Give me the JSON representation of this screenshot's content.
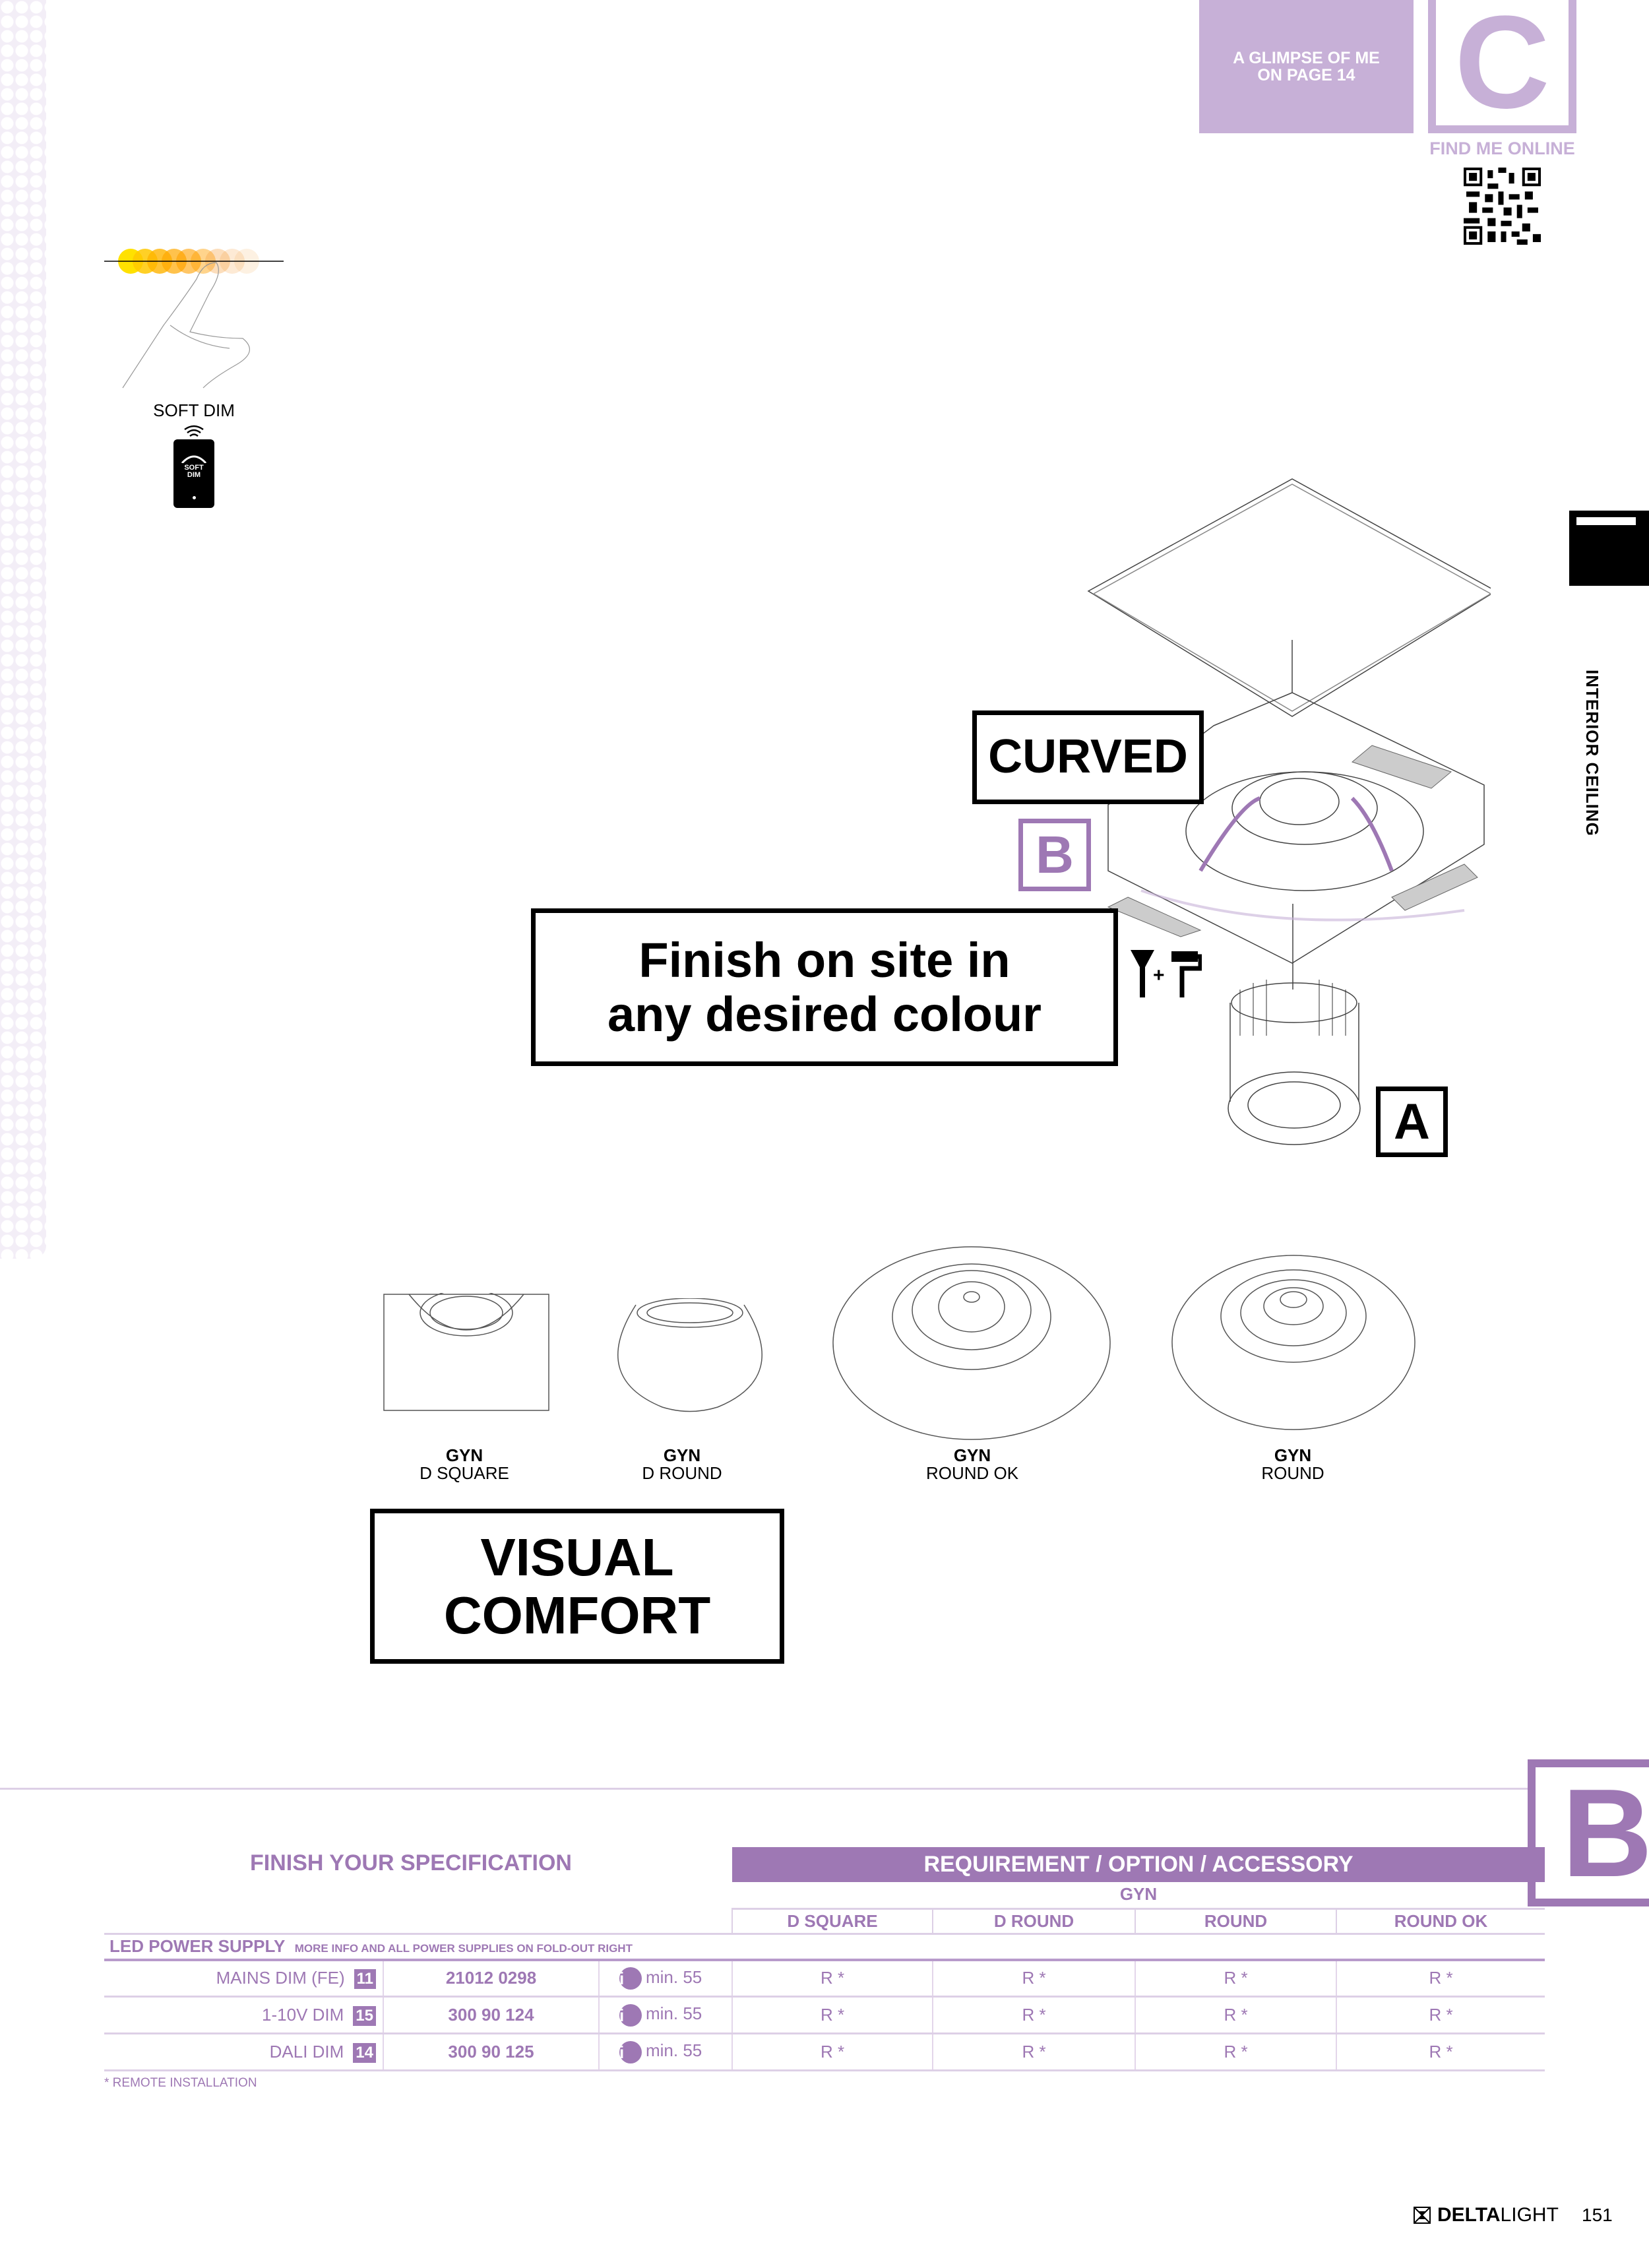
{
  "header": {
    "glimpse_line1": "A GLIMPSE OF ME",
    "glimpse_line2": "ON PAGE 14",
    "category_letter": "C",
    "find_me_online": "FIND ME ONLINE"
  },
  "soft_dim": {
    "label": "SOFT DIM",
    "remote_line1": "SOFT",
    "remote_line2": "DIM"
  },
  "side_tab": {
    "label": "INTERIOR CEILING"
  },
  "callouts": {
    "curved": "CURVED",
    "b": "B",
    "finish_line1": "Finish on site in",
    "finish_line2": "any desired colour",
    "a": "A",
    "visual_line1": "VISUAL",
    "visual_line2": "COMFORT"
  },
  "variants": [
    {
      "line1": "GYN",
      "line2": "D SQUARE"
    },
    {
      "line1": "GYN",
      "line2": "D ROUND"
    },
    {
      "line1": "GYN",
      "line2": "ROUND OK"
    },
    {
      "line1": "GYN",
      "line2": "ROUND"
    }
  ],
  "spec": {
    "title": "FINISH YOUR SPECIFICATION",
    "section_letter": "B",
    "requirement_header": "REQUIREMENT / OPTION / ACCESSORY",
    "family": "GYN",
    "columns": [
      "D SQUARE",
      "D ROUND",
      "ROUND",
      "ROUND OK"
    ],
    "group_label": "LED POWER SUPPLY",
    "group_note": "MORE INFO AND ALL POWER SUPPLIES ON FOLD-OUT RIGHT",
    "rows": [
      {
        "name": "MAINS DIM (FE)",
        "page": "11",
        "code": "21012 0298",
        "info": "min. 55",
        "values": [
          "R *",
          "R *",
          "R *",
          "R *"
        ]
      },
      {
        "name": "1-10V DIM",
        "page": "15",
        "code": "300 90 124",
        "info": "min. 55",
        "values": [
          "R *",
          "R *",
          "R *",
          "R *"
        ]
      },
      {
        "name": "DALI DIM",
        "page": "14",
        "code": "300 90 125",
        "info": "min. 55",
        "values": [
          "R *",
          "R *",
          "R *",
          "R *"
        ]
      }
    ],
    "footnote": "* REMOTE INSTALLATION"
  },
  "footer": {
    "brand_bold": "DELTA",
    "brand_light": "LIGHT",
    "page_number": "151"
  },
  "colors": {
    "purple": "#9e78b4",
    "lavender": "#c7b0d7"
  }
}
